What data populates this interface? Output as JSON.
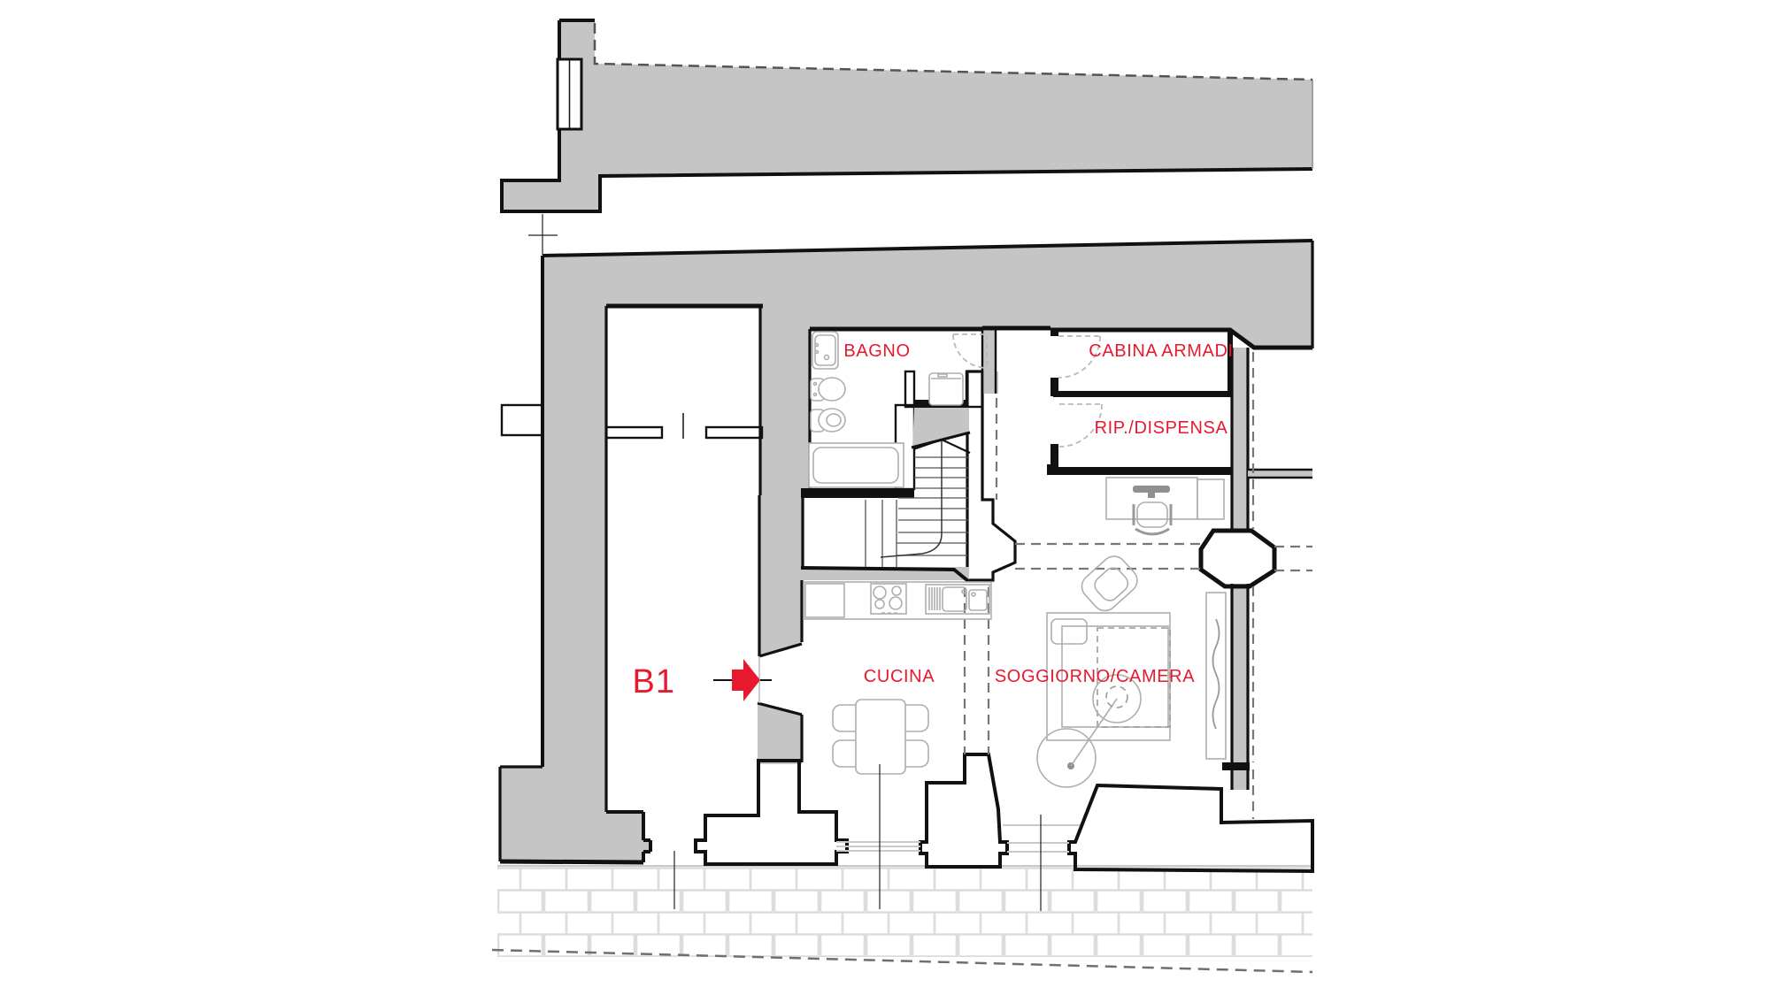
{
  "plan": {
    "marker": {
      "label": "B1"
    },
    "rooms": {
      "bagno": {
        "label": "BAGNO"
      },
      "cabina_armadi": {
        "label": "CABINA ARMADI"
      },
      "rip_dispensa": {
        "label": "RIP./DISPENSA"
      },
      "cucina": {
        "label": "CUCINA"
      },
      "soggiorno_camera": {
        "label": "SOGGIORNO/CAMERA"
      }
    },
    "colors": {
      "label_red": "#e8192f",
      "wall_fill": "#c5c5c5",
      "wall_outline": "#111111",
      "furniture_line": "#aeaeae",
      "overhead_dash": "#777777",
      "brick_line": "#dcdcdc"
    }
  }
}
